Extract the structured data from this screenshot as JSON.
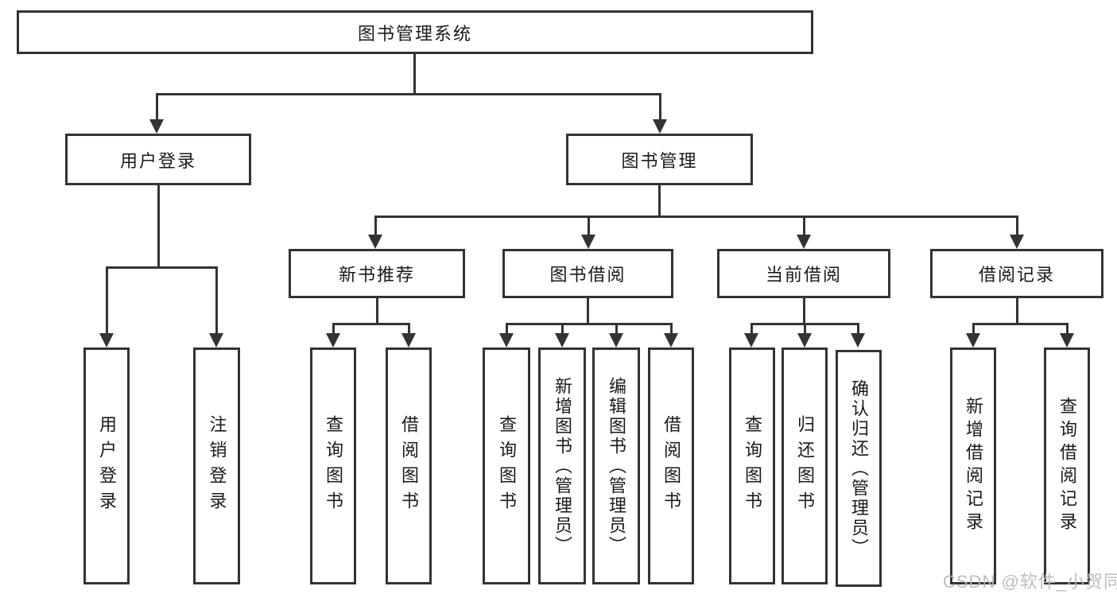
{
  "tree": {
    "label": "图书管理系统",
    "children": [
      {
        "label": "用户登录",
        "children": [
          {
            "label": "用户登录"
          },
          {
            "label": "注销登录"
          }
        ]
      },
      {
        "label": "图书管理",
        "children": [
          {
            "label": "新书推荐",
            "children": [
              {
                "label": "查询图书"
              },
              {
                "label": "借阅图书"
              }
            ]
          },
          {
            "label": "图书借阅",
            "children": [
              {
                "label": "查询图书"
              },
              {
                "label": "新增图书（管理员）"
              },
              {
                "label": "编辑图书（管理员）"
              },
              {
                "label": "借阅图书"
              }
            ]
          },
          {
            "label": "当前借阅",
            "children": [
              {
                "label": "查询图书"
              },
              {
                "label": "归还图书"
              },
              {
                "label": "确认归还（管理员）"
              }
            ]
          },
          {
            "label": "借阅记录",
            "children": [
              {
                "label": "新增借阅记录"
              },
              {
                "label": "查询借阅记录"
              }
            ]
          }
        ]
      }
    ]
  },
  "watermark": "CSDN @软件_小贺同学",
  "colors": {
    "line": "#333333",
    "box_background": "#ffffff",
    "text": "#1a1a1a",
    "watermark": "#b8b8b8"
  }
}
